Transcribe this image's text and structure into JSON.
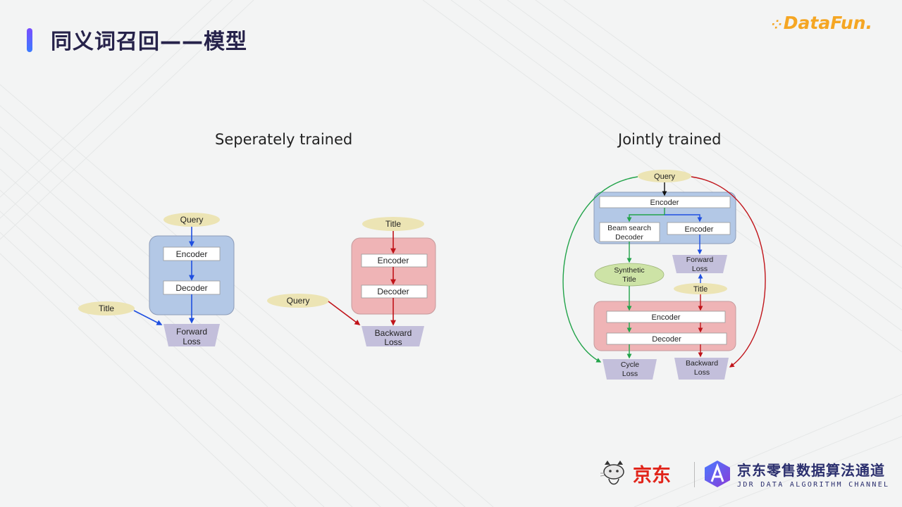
{
  "header": {
    "title": "同义词召回——模型",
    "brand_logo": "DataFun."
  },
  "sections": {
    "left_label": "Seperately trained",
    "right_label": "Jointly trained"
  },
  "diagram": {
    "forward_model": {
      "query": "Query",
      "encoder": "Encoder",
      "decoder": "Decoder",
      "title": "Title",
      "loss": [
        "Forward",
        "Loss"
      ]
    },
    "backward_model": {
      "title": "Title",
      "encoder": "Encoder",
      "decoder": "Decoder",
      "query": "Query",
      "loss": [
        "Backward",
        "Loss"
      ]
    },
    "joint_model": {
      "query": "Query",
      "top_encoder": "Encoder",
      "beam_search_decoder": [
        "Beam search",
        "Decoder"
      ],
      "side_encoder": "Encoder",
      "forward_loss": [
        "Forward",
        "Loss"
      ],
      "synthetic_title": [
        "Synthetic",
        "Title"
      ],
      "title": "Title",
      "bottom_encoder": "Encoder",
      "bottom_decoder": "Decoder",
      "cycle_loss": [
        "Cycle",
        "Loss"
      ],
      "backward_loss": [
        "Backward",
        "Loss"
      ]
    }
  },
  "colors": {
    "blue_arrow": "#1f4fe0",
    "red_arrow": "#c0141a",
    "green_arrow": "#22a34a",
    "black_arrow": "#111111",
    "blue_block": "#b3c8e6",
    "red_block": "#efb4b6",
    "ellipse": "#ece4b4",
    "green_ellipse": "#cde3a6",
    "loss_block": "#c3bfdb"
  },
  "footer": {
    "jd_logo": "京东",
    "channel_cn": "京东零售数据算法通道",
    "channel_en": "JDR DATA ALGORITHM CHANNEL"
  }
}
